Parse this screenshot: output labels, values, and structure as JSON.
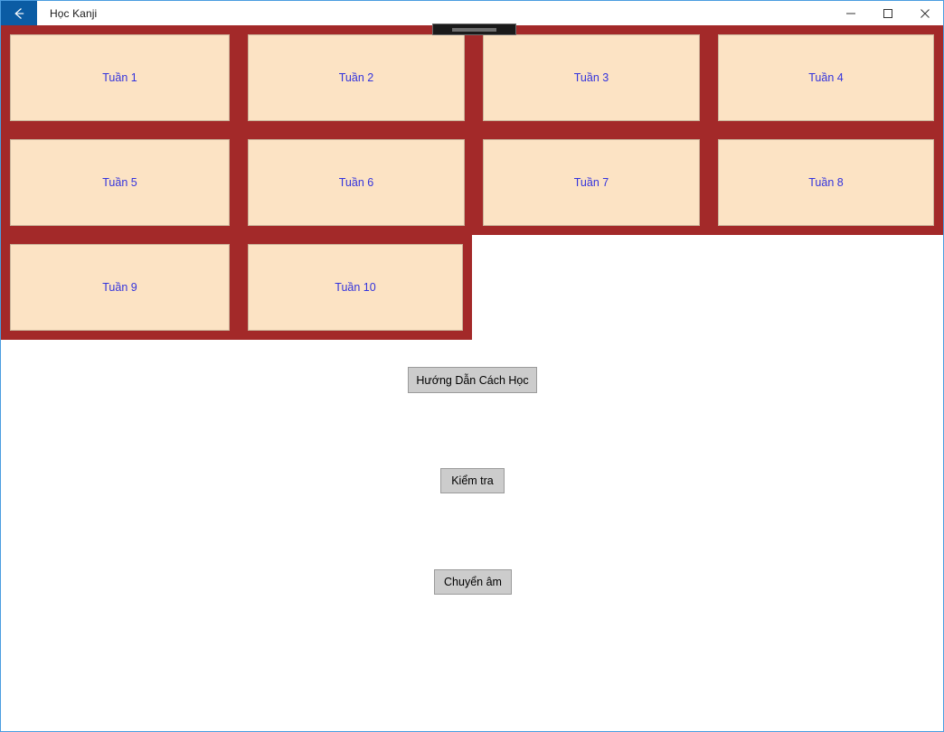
{
  "window": {
    "title": "Học Kanji",
    "back_icon": "back-arrow-icon",
    "controls": {
      "minimize_icon": "minimize-icon",
      "maximize_icon": "maximize-icon",
      "close_icon": "close-icon"
    },
    "border_color": "#4a9de0"
  },
  "scrollbar": {
    "name": "horizontal-scroll-nub",
    "track_color": "#1a1a1a",
    "thumb_color": "#6f6f6f"
  },
  "theme": {
    "cell_border": "#a32929",
    "cell_fill": "#fce3c4",
    "cell_text": "#3333dd",
    "button_face": "#cccccc",
    "button_border": "#9a9a9a",
    "titlebar_back": "#0b5ca4"
  },
  "week_grid": {
    "rows": [
      [
        {
          "label": "Tuần 1"
        },
        {
          "label": "Tuần 2"
        },
        {
          "label": "Tuần 3"
        },
        {
          "label": "Tuần 4"
        }
      ],
      [
        {
          "label": "Tuần 5"
        },
        {
          "label": "Tuần 6"
        },
        {
          "label": "Tuần 7"
        },
        {
          "label": "Tuần 8"
        }
      ],
      [
        {
          "label": "Tuần 9"
        },
        {
          "label": "Tuần 10"
        }
      ]
    ]
  },
  "actions": {
    "guide_label": "Hướng Dẫn Cách Học",
    "test_label": "Kiểm tra",
    "transliterate_label": "Chuyển âm"
  }
}
